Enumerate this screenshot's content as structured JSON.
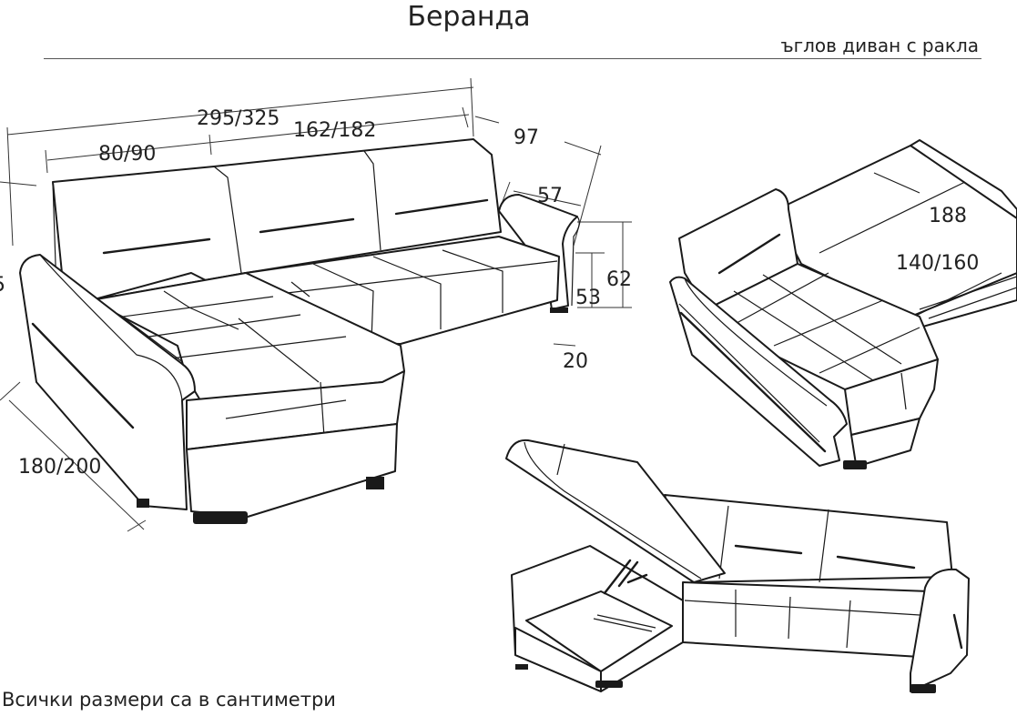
{
  "title": "Беранда",
  "subtitle": "ъглов диван с ракла",
  "footnote": "Всички размери са в сантиметри",
  "dimensions": {
    "total_width": "295/325",
    "sofa_width": "162/182",
    "chaise_width": "80/90",
    "depth": "97",
    "seat_depth": "57",
    "height": "62",
    "seat_height": "53",
    "leg_height": "20",
    "chaise_length": "180/200",
    "cut_left_height": "5",
    "bed_length": "188",
    "bed_width": "140/160"
  },
  "views": [
    "main-view",
    "bed-view",
    "storage-view"
  ]
}
